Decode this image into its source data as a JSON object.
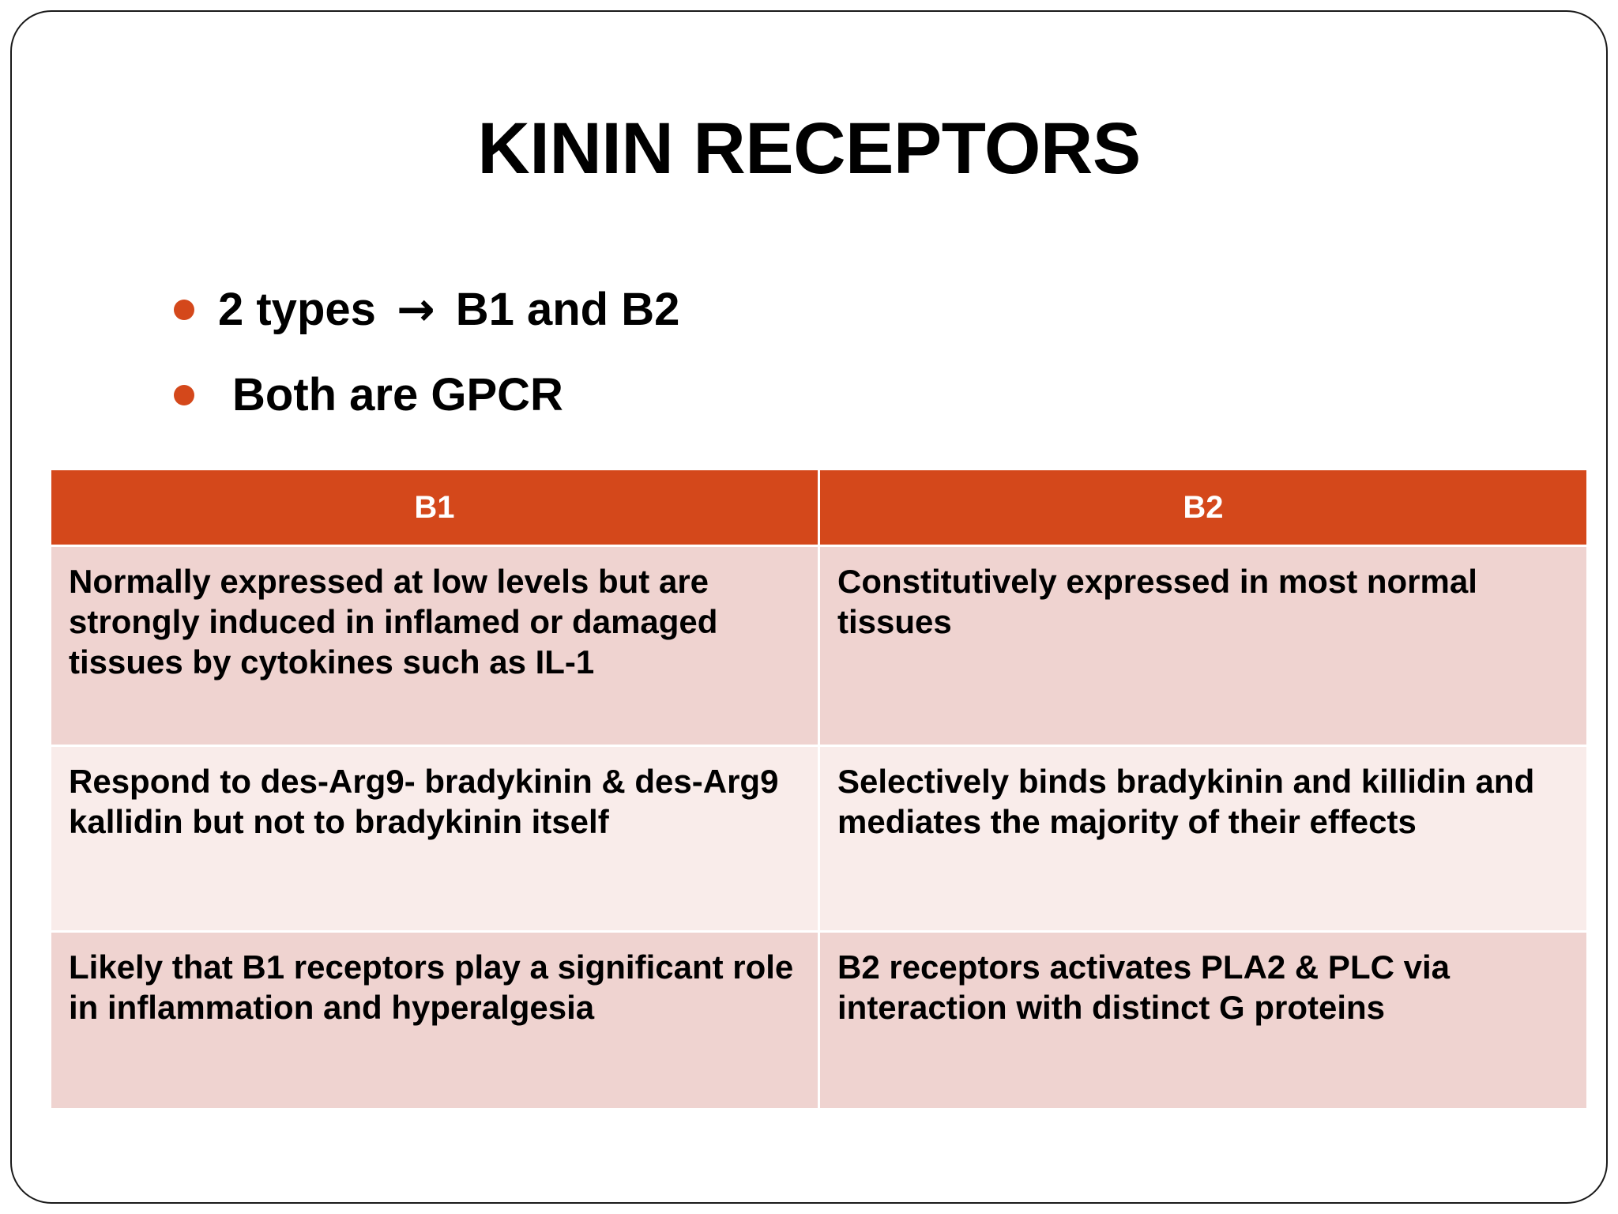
{
  "slide": {
    "title": "KININ RECEPTORS",
    "bullets": [
      {
        "before": "2 types ",
        "arrow": "→",
        "after": " B1 and B2"
      },
      {
        "before": "",
        "arrow": "",
        "after": " Both are GPCR"
      }
    ],
    "table": {
      "headers": [
        "B1",
        "B2"
      ],
      "rows": [
        [
          "Normally expressed at low levels but are strongly induced in inflamed or damaged tissues by cytokines such as IL-1",
          "Constitutively expressed in most normal tissues"
        ],
        [
          "Respond to des-Arg9- bradykinin & des-Arg9 kallidin but not to bradykinin itself",
          "Selectively binds bradykinin and killidin and mediates the majority of their effects"
        ],
        [
          "Likely that B1 receptors play a significant role in inflammation and hyperalgesia",
          "B2 receptors activates PLA2 & PLC via interaction with distinct G proteins"
        ]
      ]
    },
    "colors": {
      "accent_orange": "#D4481B",
      "row_shade_dark": "#EFD3D0",
      "row_shade_light": "#F9ECEA",
      "text": "#000000",
      "frame": "#1a1a1a"
    }
  }
}
